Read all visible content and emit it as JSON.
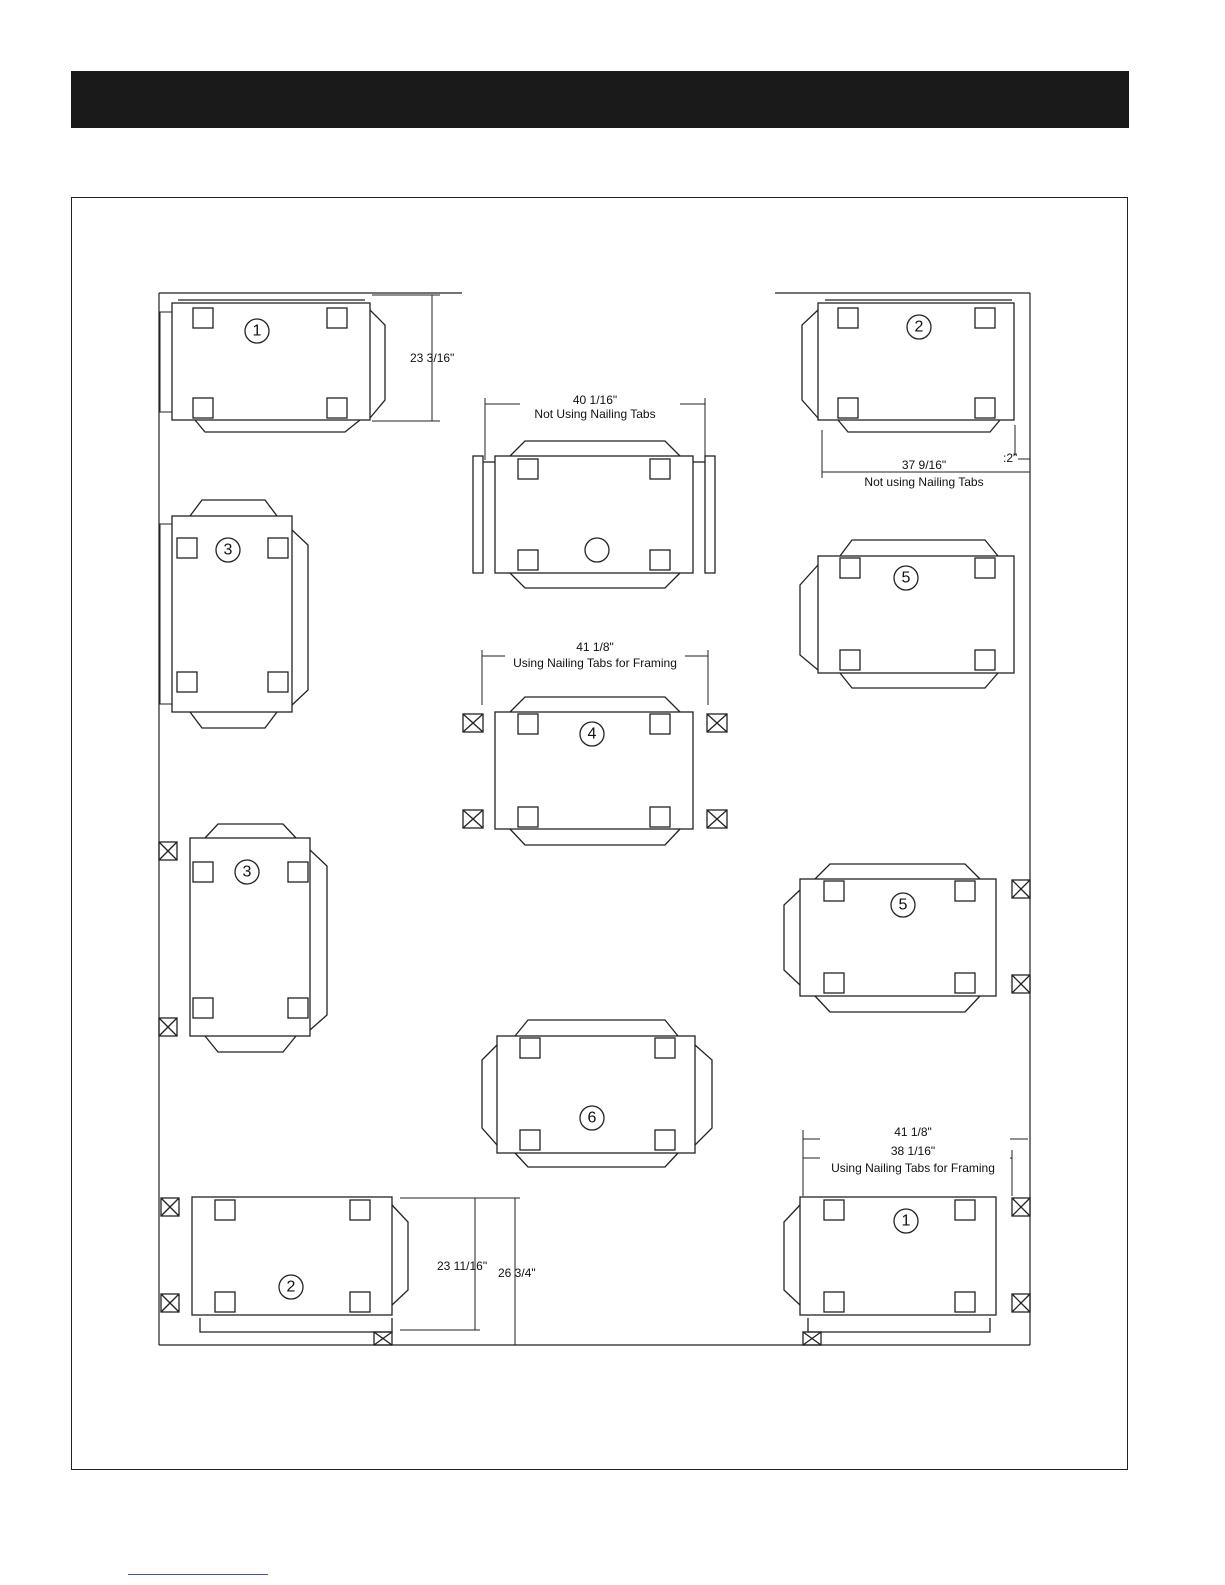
{
  "dimensions": {
    "d1": "23 3/16\"",
    "d2_line1": "40 1/16\"",
    "d2_line2": "Not Using Nailing Tabs",
    "d3_partial": ":2\"",
    "d3_line1": "37 9/16\"",
    "d3_line2": "Not using Nailing Tabs",
    "d4_line1": "41 1/8\"",
    "d4_line2": "Using Nailing Tabs for Framing",
    "d5_line1": "41 1/8\"",
    "d5_line2": "38 1/16\"",
    "d5_line3": "Using Nailing Tabs for Framing",
    "d6": "23 11/16\"",
    "d7": "26 3/4\""
  },
  "units": [
    {
      "id": "unit-1-top-left",
      "number": "1"
    },
    {
      "id": "unit-2-top-right",
      "number": "2"
    },
    {
      "id": "unit-blank-top-center",
      "number": ""
    },
    {
      "id": "unit-3-upper-left",
      "number": "3"
    },
    {
      "id": "unit-5-upper-right",
      "number": "5"
    },
    {
      "id": "unit-4-center",
      "number": "4"
    },
    {
      "id": "unit-3-lower-left",
      "number": "3"
    },
    {
      "id": "unit-5-lower-right",
      "number": "5"
    },
    {
      "id": "unit-6-center",
      "number": "6"
    },
    {
      "id": "unit-2-bottom-left",
      "number": "2"
    },
    {
      "id": "unit-1-bottom-right",
      "number": "1"
    }
  ]
}
